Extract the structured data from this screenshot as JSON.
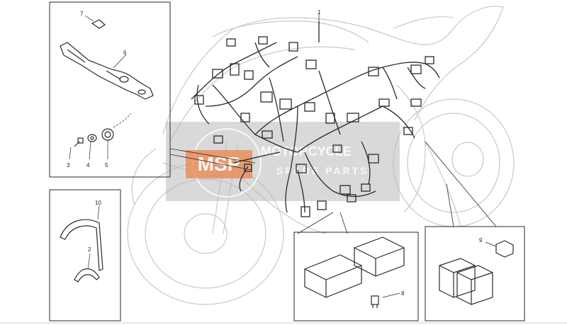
{
  "diagram": {
    "callouts": {
      "c1": "1",
      "c2": "2",
      "c3": "3",
      "c4": "4",
      "c5": "5",
      "c6": "6",
      "c7": "7",
      "c8": "8",
      "c9": "9",
      "c10": "10"
    }
  },
  "watermark": {
    "logo_text": "MSP",
    "brand_top": "MOTORCYCLE",
    "brand_bottom": "SPARE PARTS"
  },
  "colors": {
    "line": "#2a2a2a",
    "ghost": "#c8c8c8",
    "watermark_bg": "#b9b9b9",
    "watermark_logo": "#e88a55"
  }
}
